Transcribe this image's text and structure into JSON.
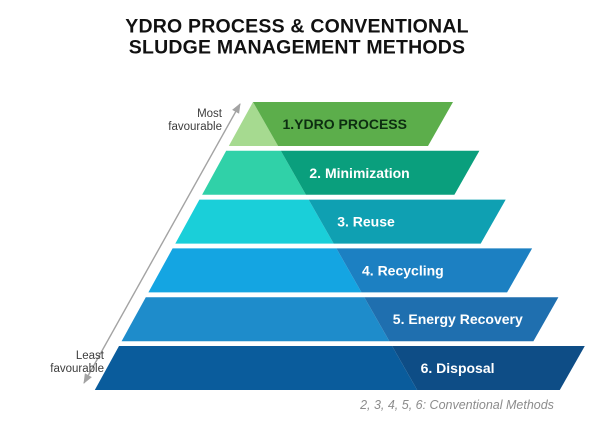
{
  "title": {
    "line1": "YDRO PROCESS & CONVENTIONAL",
    "line2": "SLUDGE MANAGEMENT METHODS",
    "color": "#111111"
  },
  "axis": {
    "top_label_line1": "Most",
    "top_label_line2": "favourable",
    "bottom_label_line1": "Least",
    "bottom_label_line2": "favourable",
    "label_color": "#3d3d3d",
    "arrow_color": "#a3a3a3"
  },
  "bands": [
    {
      "rank": 1,
      "label": "1.YDRO PROCESS",
      "light": "#A6DA90",
      "dark": "#5CAE4B",
      "label_color": "#0C2D10"
    },
    {
      "rank": 2,
      "label": "2. Minimization",
      "light": "#30D1A8",
      "dark": "#0A9F7D",
      "label_color": "#FFFFFF"
    },
    {
      "rank": 3,
      "label": "3. Reuse",
      "light": "#1ACFD9",
      "dark": "#0FA0B2",
      "label_color": "#FFFFFF"
    },
    {
      "rank": 4,
      "label": "4. Recycling",
      "light": "#14A5E2",
      "dark": "#1C80C2",
      "label_color": "#FFFFFF"
    },
    {
      "rank": 5,
      "label": "5. Energy Recovery",
      "light": "#1E8CCB",
      "dark": "#1F6FAF",
      "label_color": "#FFFFFF"
    },
    {
      "rank": 6,
      "label": "6. Disposal",
      "light": "#0A5C9C",
      "dark": "#0E4D86",
      "label_color": "#FFFFFF"
    }
  ],
  "footnote": {
    "text": "2, 3, 4, 5, 6: Conventional Methods",
    "color": "#8c8c8c"
  }
}
